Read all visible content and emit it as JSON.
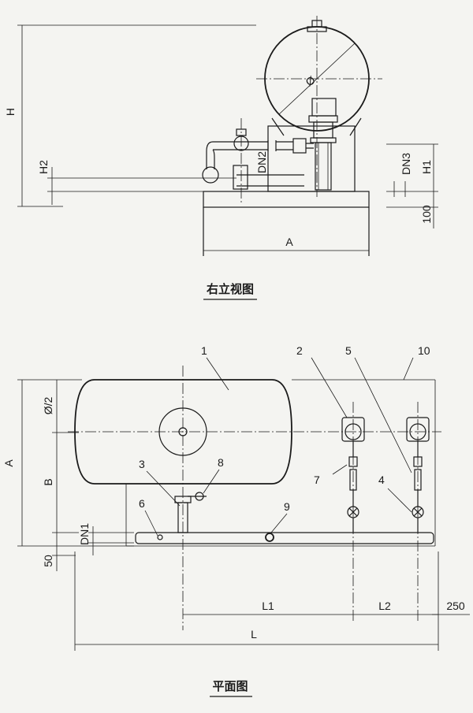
{
  "views": {
    "side": {
      "caption": "右立视图",
      "dims": {
        "H": "H",
        "H2": "H2",
        "DN2": "DN2",
        "DN3": "DN3",
        "H1": "H1",
        "base": "100",
        "A": "A",
        "phi": "Ø"
      }
    },
    "plan": {
      "caption": "平面图",
      "dims": {
        "A": "A",
        "half": "Ø/2",
        "B": "B",
        "DN1": "DN1",
        "fifty": "50",
        "L1": "L1",
        "L2": "L2",
        "d250": "250",
        "L": "L"
      },
      "callouts": [
        "1",
        "2",
        "3",
        "4",
        "5",
        "6",
        "7",
        "8",
        "9",
        "10"
      ]
    }
  }
}
